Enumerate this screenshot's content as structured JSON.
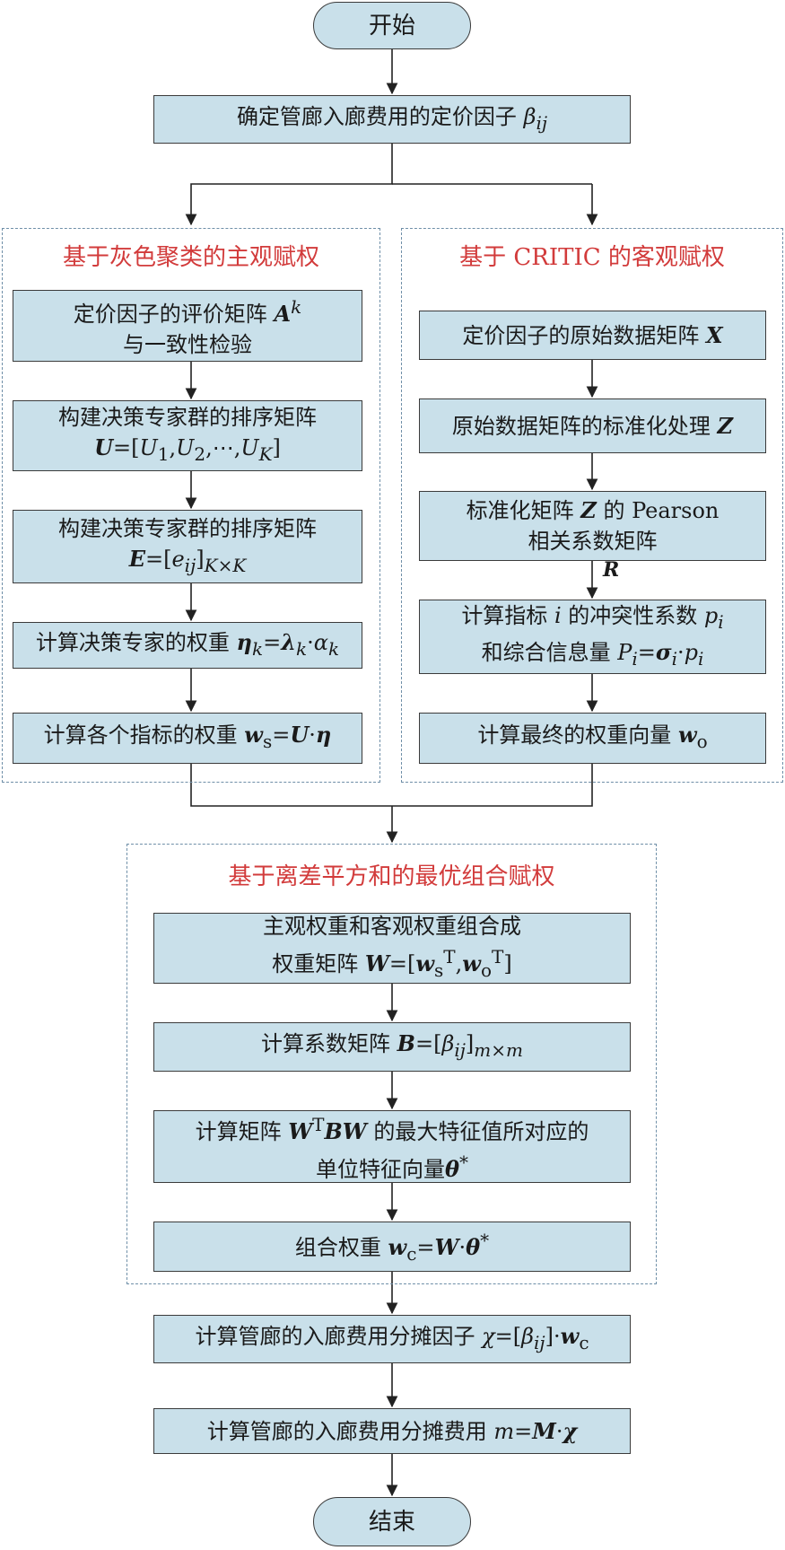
{
  "start": "开始",
  "end": "结束",
  "n_pricing_factor": "确定管廊入廊费用的定价因子 β_ij",
  "left_group": {
    "title": "基于灰色聚类的主观赋权",
    "n1": [
      "定价因子的评价矩阵 A^k",
      "与一致性检验"
    ],
    "n2": [
      "构建决策专家群的排序矩阵",
      "U=[U_1,U_2,⋯,U_K]"
    ],
    "n3": [
      "构建决策专家群的排序矩阵",
      "E=[e_ij]_{K×K}"
    ],
    "n4": "计算决策专家的权重 η_k=λ_k·α_k",
    "n5": "计算各个指标的权重 w_s=U·η"
  },
  "right_group": {
    "title": "基于 CRITIC 的客观赋权",
    "n1": "定价因子的原始数据矩阵 X",
    "n2": "原始数据矩阵的标准化处理 Z",
    "n3": [
      "标准化矩阵 Z 的 Pearson",
      "相关系数矩阵"
    ],
    "edge_label": "R",
    "n4": [
      "计算指标 i 的冲突性系数 p_i",
      "和综合信息量 P_i=σ_i·p_i"
    ],
    "n5": "计算最终的权重向量 w_o"
  },
  "bottom_group": {
    "title": "基于离差平方和的最优组合赋权",
    "n1": [
      "主观权重和客观权重组合成",
      "权重矩阵 W=[w_s^T,w_o^T]"
    ],
    "n2": "计算系数矩阵 B=[β_ij]_{m×m}",
    "n3": [
      "计算矩阵 W^T BW 的最大特征值所对应的",
      "单位特征向量θ*"
    ],
    "n4": "组合权重 w_c=W·θ*"
  },
  "n_allocation_factor": "计算管廊的入廊费用分摊因子 χ=[β_ij]·w_c",
  "n_allocation_cost": "计算管廊的入廊费用分摊费用 m=M·χ"
}
